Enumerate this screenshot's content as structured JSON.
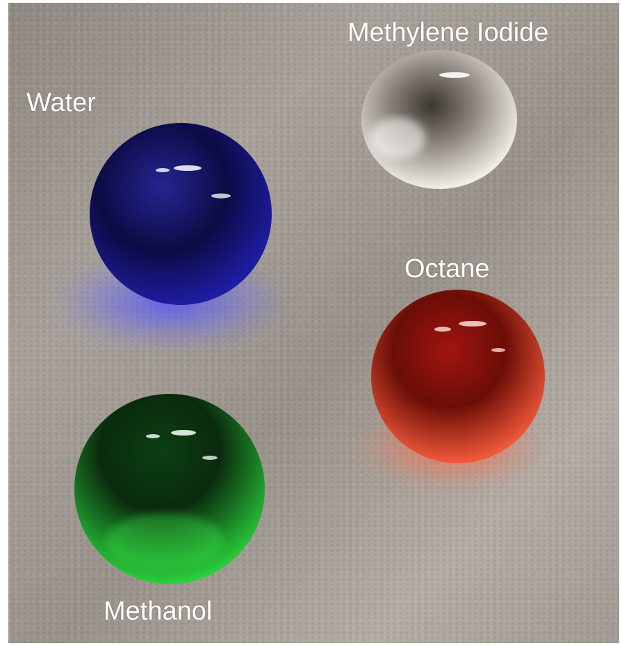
{
  "labels": {
    "water": "Water",
    "methylene_iodide": "Methylene Iodide",
    "octane": "Octane",
    "methanol": "Methanol"
  },
  "colors": {
    "background": "#a39c95",
    "water_drop": "#1b1a78",
    "methylene_iodide_drop": "#d8d2c8",
    "octane_drop": "#c3271c",
    "methanol_drop": "#0f7a1e",
    "label_text": "#ffffff"
  }
}
